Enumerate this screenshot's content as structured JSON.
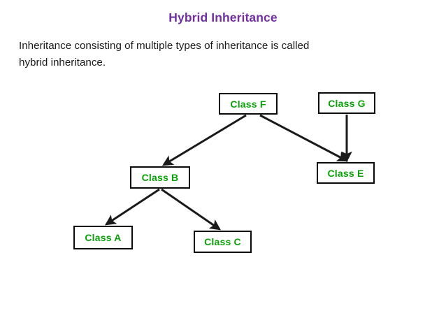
{
  "slide": {
    "title": "Hybrid Inheritance",
    "body_line1": "Inheritance consisting of multiple types of inheritance is called",
    "body_line2": "hybrid inheritance.",
    "title_color": "#7030A0",
    "body_color": "#1a1a1a",
    "background_color": "#ffffff"
  },
  "diagram": {
    "type": "class-inheritance-hierarchy",
    "node_text_color": "#0aa00a",
    "node_border_color": "#0a0a0a",
    "node_fill_color": "#ffffff",
    "arrow_color": "#1a1a1a",
    "nodes": [
      {
        "id": "F",
        "label": "Class F"
      },
      {
        "id": "G",
        "label": "Class G"
      },
      {
        "id": "E",
        "label": "Class E"
      },
      {
        "id": "B",
        "label": "Class B"
      },
      {
        "id": "A",
        "label": "Class A"
      },
      {
        "id": "C",
        "label": "Class C"
      }
    ],
    "edges": [
      {
        "from": "F",
        "to": "B"
      },
      {
        "from": "F",
        "to": "E"
      },
      {
        "from": "G",
        "to": "E"
      },
      {
        "from": "B",
        "to": "A"
      },
      {
        "from": "B",
        "to": "C"
      }
    ]
  }
}
